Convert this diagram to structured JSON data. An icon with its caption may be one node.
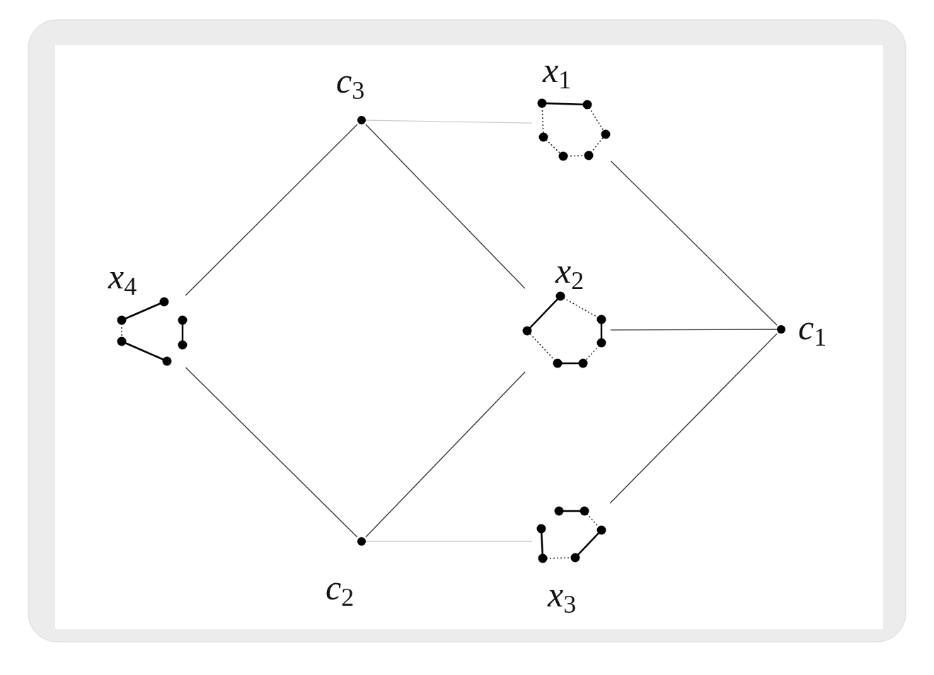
{
  "diagram": {
    "nodes": [
      {
        "text": [
          "*c*$_{3}$"
        ]
      },
      {
        "text": [
          "*x*$_{1}$"
        ]
      },
      {
        "text": [
          "*x*$_{4}$"
        ]
      },
      {
        "text": [
          "*x*$_{2}$"
        ]
      },
      {
        "text": [
          "*c*$_{1}$"
        ]
      },
      {
        "text": [
          "*c*$_{2}$"
        ]
      },
      {
        "text": [
          "*x*$_{3}$"
        ]
      }
    ],
    "edges": [
      {
        "from": 0,
        "to": 1,
        "arrow": "none",
        "color": "#cccccc"
      },
      {
        "from": 0,
        "to": 2,
        "arrow": "none"
      },
      {
        "from": 0,
        "to": 3,
        "arrow": "none"
      },
      {
        "from": 1,
        "to": 4,
        "arrow": "none"
      },
      {
        "from": 3,
        "to": 4,
        "arrow": "none"
      },
      {
        "from": 6,
        "to": 4,
        "arrow": "none"
      },
      {
        "from": 2,
        "to": 5,
        "arrow": "none"
      },
      {
        "from": 3,
        "to": 5,
        "arrow": "none"
      },
      {
        "from": 5,
        "to": 6,
        "arrow": "none",
        "color": "#cccccc"
      }
    ]
  }
}
